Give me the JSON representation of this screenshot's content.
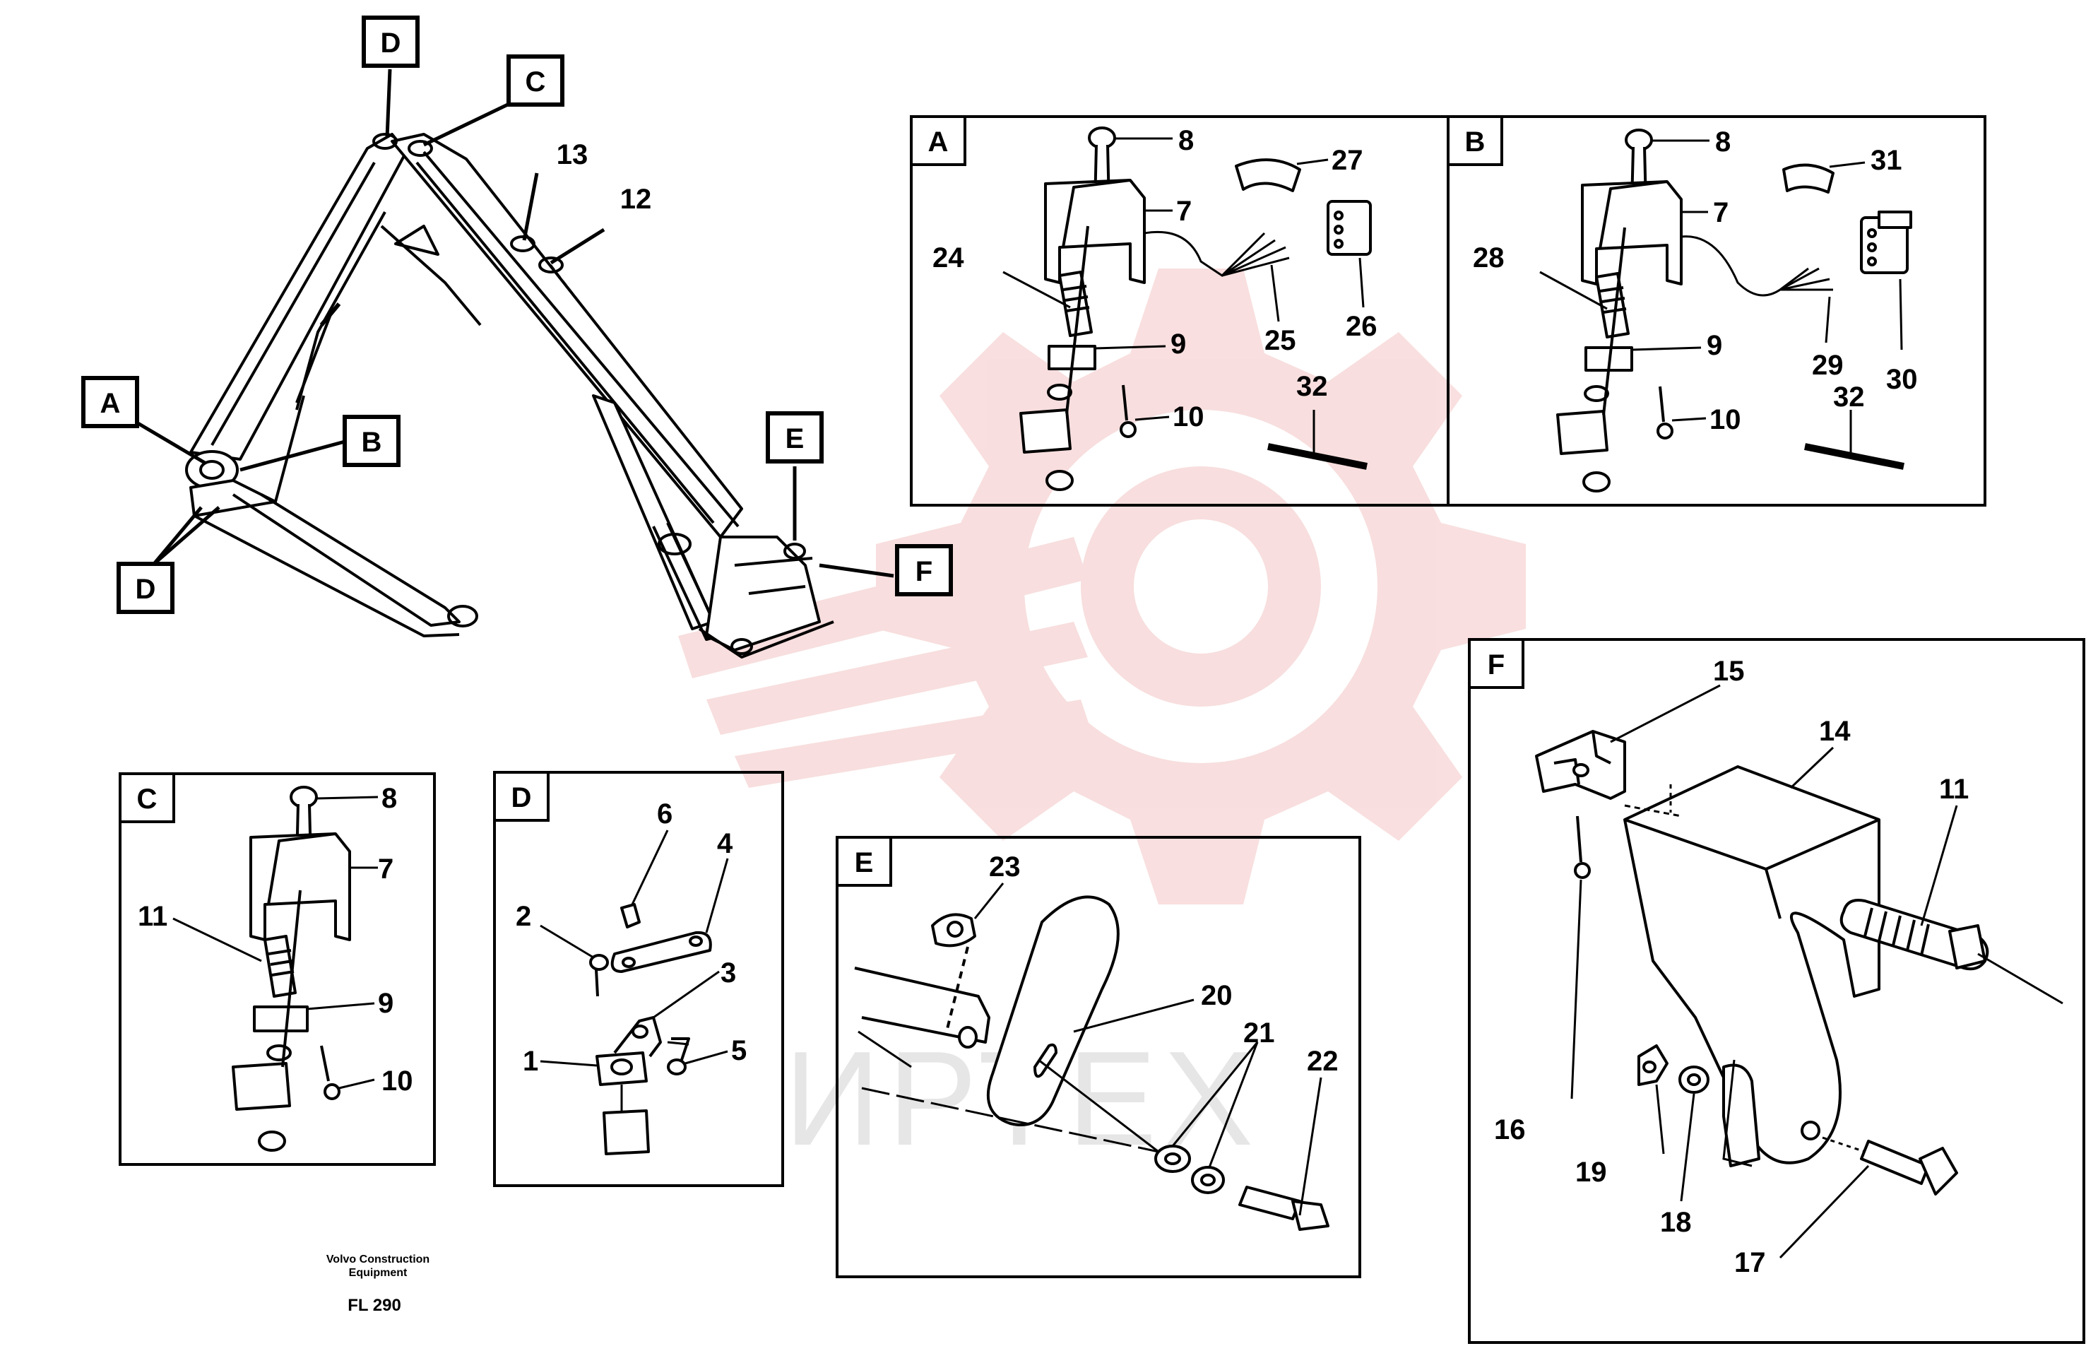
{
  "diagram": {
    "watermark": "ИРТЕХ",
    "footer": {
      "brand_line1": "Volvo Construction",
      "brand_line2": "Equipment",
      "figure_code": "FL 290"
    },
    "overview_tags": {
      "a": "A",
      "b": "B",
      "c": "C",
      "d_top": "D",
      "d_bottom": "D",
      "e": "E",
      "f": "F"
    },
    "overview_numbers": {
      "n13": "13",
      "n12": "12"
    },
    "panels": {
      "a": {
        "tag": "A",
        "numbers": {
          "n8": "8",
          "n27": "27",
          "n7": "7",
          "n24": "24",
          "n25": "25",
          "n26": "26",
          "n9": "9",
          "n32": "32",
          "n10": "10"
        }
      },
      "b": {
        "tag": "B",
        "numbers": {
          "n8": "8",
          "n31": "31",
          "n7": "7",
          "n28": "28",
          "n9": "9",
          "n29": "29",
          "n30": "30",
          "n32": "32",
          "n10": "10"
        }
      },
      "c": {
        "tag": "C",
        "numbers": {
          "n8": "8",
          "n7": "7",
          "n11": "11",
          "n9": "9",
          "n10": "10"
        }
      },
      "d": {
        "tag": "D",
        "numbers": {
          "n6": "6",
          "n4": "4",
          "n2": "2",
          "n3": "3",
          "n1": "1",
          "n5": "5"
        }
      },
      "e": {
        "tag": "E",
        "numbers": {
          "n23": "23",
          "n20": "20",
          "n21": "21",
          "n22": "22"
        }
      },
      "f": {
        "tag": "F",
        "numbers": {
          "n15": "15",
          "n14": "14",
          "n11": "11",
          "n16": "16",
          "n19": "19",
          "n18": "18",
          "n17": "17"
        }
      }
    }
  }
}
